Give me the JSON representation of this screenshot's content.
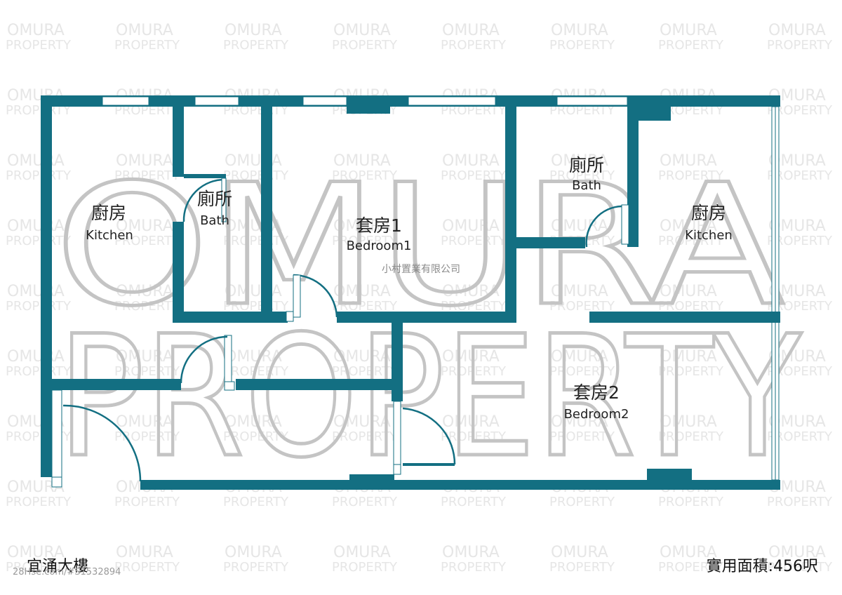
{
  "watermark": {
    "line1": "OMURA",
    "line2": "PROPERTY",
    "company_mark": "小村置業有限公司"
  },
  "rooms": [
    {
      "id": "kitchen-left",
      "zh": "廚房",
      "en": "Kitchen"
    },
    {
      "id": "bath-left",
      "zh": "廁所",
      "en": "Bath"
    },
    {
      "id": "bedroom1",
      "zh": "套房1",
      "en": "Bedroom1"
    },
    {
      "id": "bath-right",
      "zh": "廁所",
      "en": "Bath"
    },
    {
      "id": "kitchen-right",
      "zh": "廚房",
      "en": "Kitchen"
    },
    {
      "id": "bedroom2",
      "zh": "套房2",
      "en": "Bedroom2"
    }
  ],
  "footer": {
    "building_name": "宜涌大樓",
    "saleable_area": "實用面積:456呎",
    "reference": "28Hse.com/#S1532894"
  },
  "colors": {
    "wall": "#136f82",
    "background": "#ffffff"
  }
}
